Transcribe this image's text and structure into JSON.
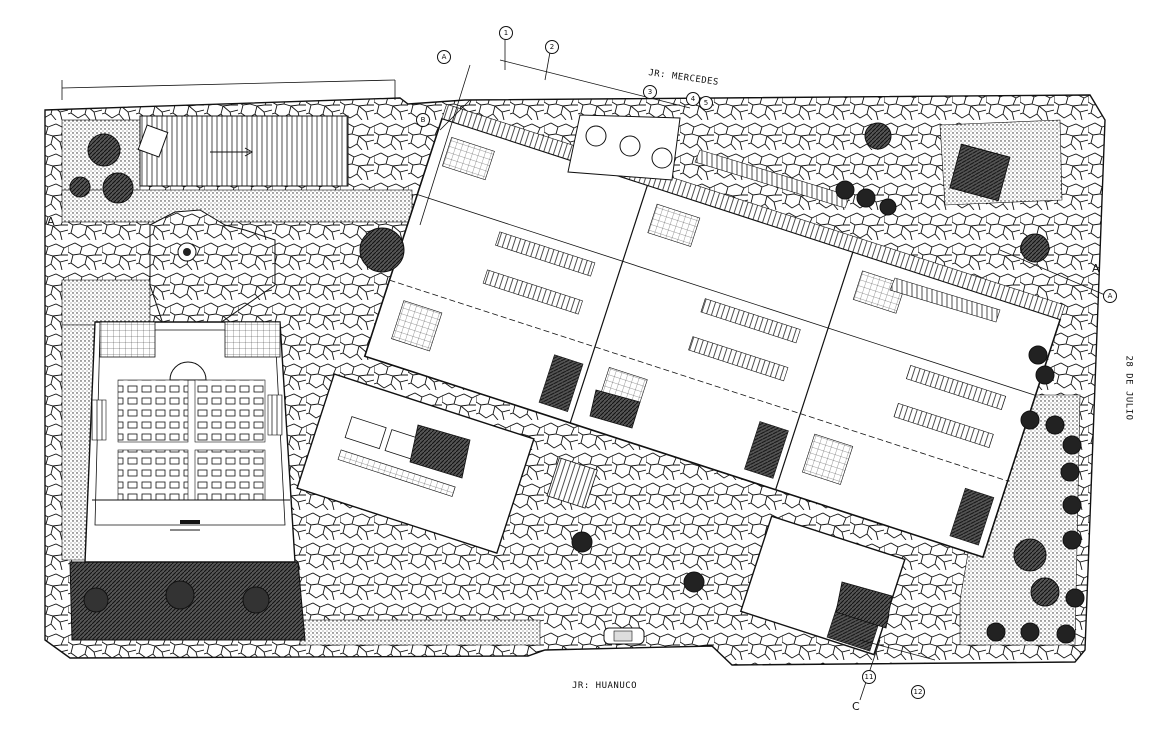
{
  "streets": {
    "north": "JR: MERCEDES",
    "south": "JR: HUANUCO",
    "east": "28 DE JULIO"
  },
  "section_marks": {
    "west": "A",
    "south": "C",
    "east": "A"
  },
  "grid_bubbles": {
    "numbers": [
      "1",
      "2",
      "3",
      "4",
      "5",
      "11",
      "12"
    ],
    "letters": [
      "A",
      "B",
      "A"
    ]
  },
  "colors": {
    "line": "#111111",
    "background": "#ffffff",
    "hatch_dark": "#222222"
  }
}
